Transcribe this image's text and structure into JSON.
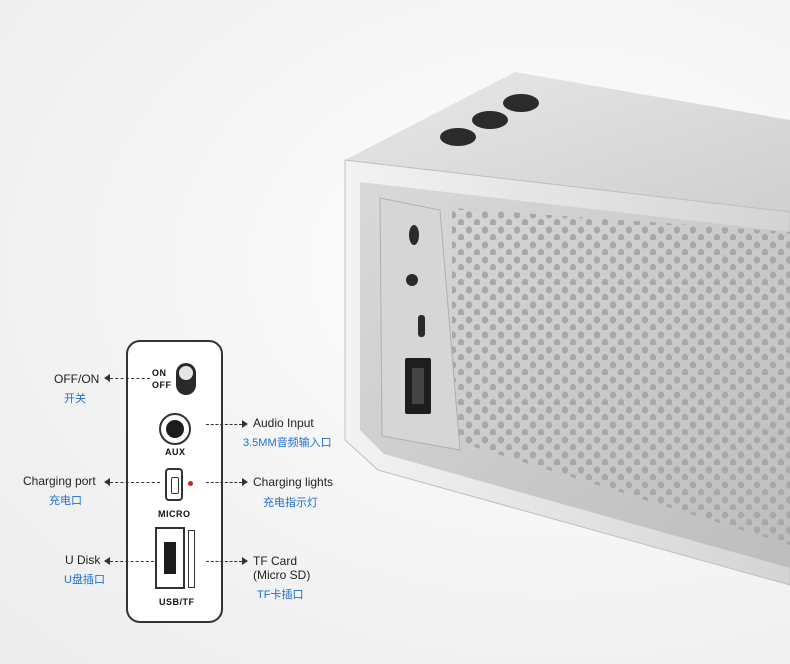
{
  "panel": {
    "switch_on": "ON",
    "switch_off": "OFF",
    "aux": "AUX",
    "micro": "MICRO",
    "usb_tf": "USB/TF"
  },
  "callouts": {
    "off_on": {
      "label": "OFF/ON",
      "cn": "开关"
    },
    "audio_input": {
      "label": "Audio Input",
      "cn": "3.5MM音频输入口"
    },
    "charging_port": {
      "label": "Charging port",
      "cn": "充电口"
    },
    "charging_lights": {
      "label": "Charging lights",
      "cn": "充电指示灯"
    },
    "u_disk": {
      "label": "U Disk",
      "cn": "U盘插口"
    },
    "tf_card": {
      "label": "TF Card",
      "label2": "(Micro SD)",
      "cn": "TF卡插口"
    }
  },
  "colors": {
    "accent_cn": "#1e6fd0",
    "led": "#d0201a",
    "speaker_body": "#c9c9c9"
  }
}
